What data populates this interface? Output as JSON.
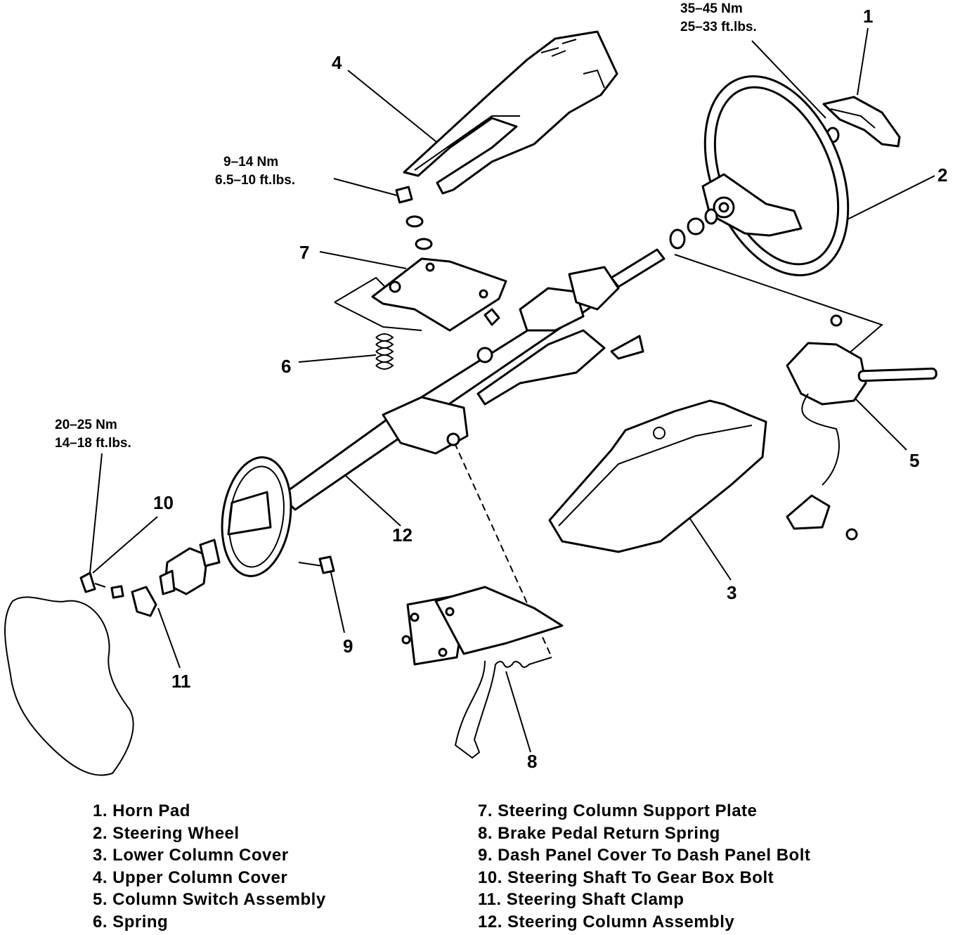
{
  "torque_specs": {
    "horn_pad_nut": [
      "35–45 Nm",
      "25–33 ft.lbs."
    ],
    "support_plate_nut": [
      "9–14 Nm",
      "6.5–10 ft.lbs."
    ],
    "gear_box_bolt": [
      "20–25 Nm",
      "14–18 ft.lbs."
    ]
  },
  "callouts": [
    "1",
    "2",
    "3",
    "4",
    "5",
    "6",
    "7",
    "8",
    "9",
    "10",
    "11",
    "12"
  ],
  "legend": {
    "left": [
      "1. Horn Pad",
      "2. Steering Wheel",
      "3. Lower Column Cover",
      "4. Upper Column Cover",
      "5. Column Switch Assembly",
      "6. Spring"
    ],
    "right": [
      "7. Steering Column Support Plate",
      "8. Brake Pedal Return Spring",
      "9. Dash Panel Cover To Dash Panel Bolt",
      "10. Steering Shaft To Gear Box Bolt",
      "11. Steering Shaft Clamp",
      "12. Steering Column Assembly"
    ]
  }
}
